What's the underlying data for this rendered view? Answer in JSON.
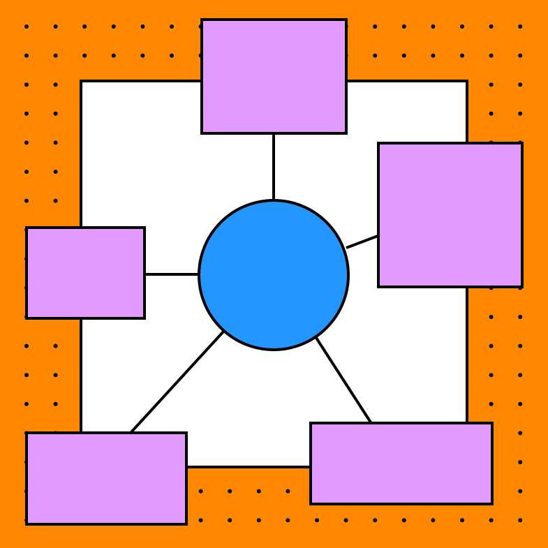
{
  "diagram": {
    "type": "hub-and-spoke",
    "hub": {
      "shape": "circle",
      "label": ""
    },
    "nodes": [
      {
        "id": "top",
        "shape": "rectangle",
        "label": ""
      },
      {
        "id": "right",
        "shape": "rectangle",
        "label": ""
      },
      {
        "id": "left",
        "shape": "rectangle",
        "label": ""
      },
      {
        "id": "bottom-left",
        "shape": "rectangle",
        "label": ""
      },
      {
        "id": "bottom-right",
        "shape": "rectangle",
        "label": ""
      }
    ],
    "edges": [
      {
        "from": "hub",
        "to": "top"
      },
      {
        "from": "hub",
        "to": "right"
      },
      {
        "from": "hub",
        "to": "left"
      },
      {
        "from": "hub",
        "to": "bottom-left"
      },
      {
        "from": "hub",
        "to": "bottom-right"
      }
    ]
  },
  "colors": {
    "background": "#ff8800",
    "dot": "#000000",
    "panel": "#ffffff",
    "node_fill": "#e39aff",
    "hub_fill": "#2397ff",
    "stroke": "#000000"
  }
}
